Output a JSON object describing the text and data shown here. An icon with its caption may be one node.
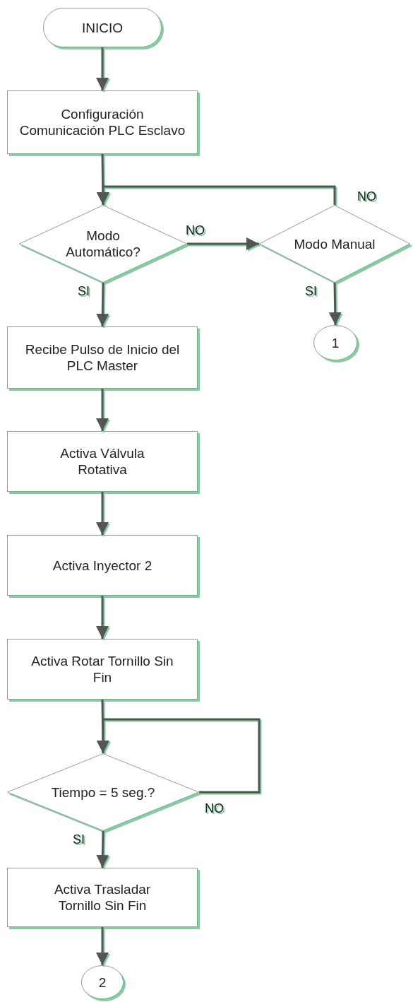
{
  "diagram": {
    "nodes": [
      {
        "text": [
          "INICIO"
        ]
      },
      {
        "text": [
          "Configuración Comunicación PLC Esclavo"
        ]
      },
      {
        "text": [
          "Modo Automático?"
        ]
      },
      {
        "text": [
          "Modo Manual"
        ]
      },
      {
        "text": [
          "1"
        ]
      },
      {
        "text": [
          "Recibe Pulso de Inicio del PLC Master"
        ]
      },
      {
        "text": [
          "Activa Válvula Rotativa"
        ]
      },
      {
        "text": [
          "Activa Inyector 2"
        ]
      },
      {
        "text": [
          "Activa Rotar Tornillo Sin Fin"
        ]
      },
      {
        "text": [
          "Tiempo = 5 seg.?"
        ]
      },
      {
        "text": [
          "Activa Trasladar Tornillo Sin Fin"
        ]
      },
      {
        "text": [
          "2"
        ]
      }
    ],
    "edges": [
      {
        "from": 0,
        "to": 1,
        "arrow": "to"
      },
      {
        "from": 1,
        "to": 2,
        "arrow": "to"
      },
      {
        "from": 2,
        "to": 3,
        "arrow": "to",
        "label": "NO"
      },
      {
        "from": 3,
        "to": 2,
        "arrow": "to",
        "label": "NO"
      },
      {
        "from": 2,
        "to": 5,
        "arrow": "to",
        "label": "SI"
      },
      {
        "from": 3,
        "to": 4,
        "arrow": "to",
        "label": "SI"
      },
      {
        "from": 5,
        "to": 6,
        "arrow": "to"
      },
      {
        "from": 6,
        "to": 7,
        "arrow": "to"
      },
      {
        "from": 7,
        "to": 8,
        "arrow": "to"
      },
      {
        "from": 8,
        "to": 9,
        "arrow": "to"
      },
      {
        "from": 9,
        "to": 9,
        "arrow": "to",
        "label": "NO"
      },
      {
        "from": 9,
        "to": 10,
        "arrow": "to",
        "label": "SI"
      },
      {
        "from": 10,
        "to": 11,
        "arrow": "to"
      }
    ]
  }
}
